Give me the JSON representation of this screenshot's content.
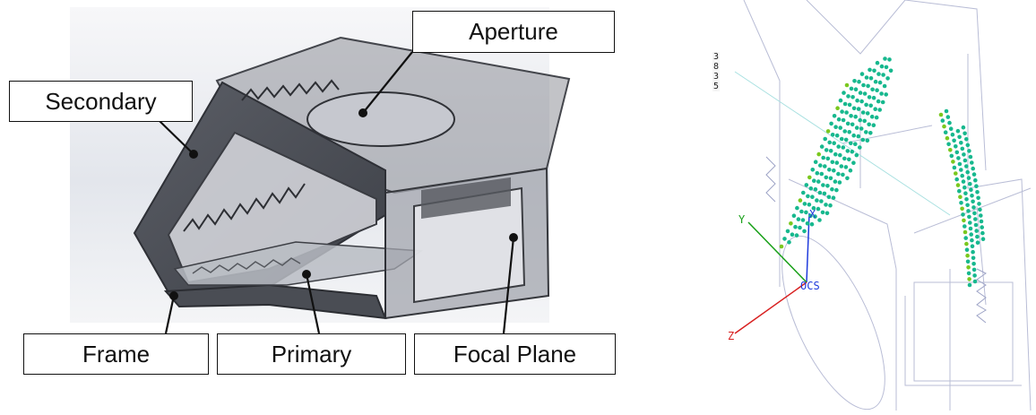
{
  "left_figure": {
    "labels": {
      "aperture": "Aperture",
      "secondary": "Secondary",
      "frame": "Frame",
      "primary": "Primary",
      "focal_plane": "Focal Plane"
    }
  },
  "right_figure": {
    "digits": [
      "3",
      "8",
      "3",
      "5"
    ],
    "axes": {
      "x": "X",
      "y": "Y",
      "z": "Z",
      "origin": "OCS"
    },
    "colors": {
      "x_axis": "#1f3bdc",
      "y_axis": "#18a018",
      "z_axis": "#d82020",
      "point": "#17b88e",
      "point_alt": "#7ac81e"
    }
  }
}
